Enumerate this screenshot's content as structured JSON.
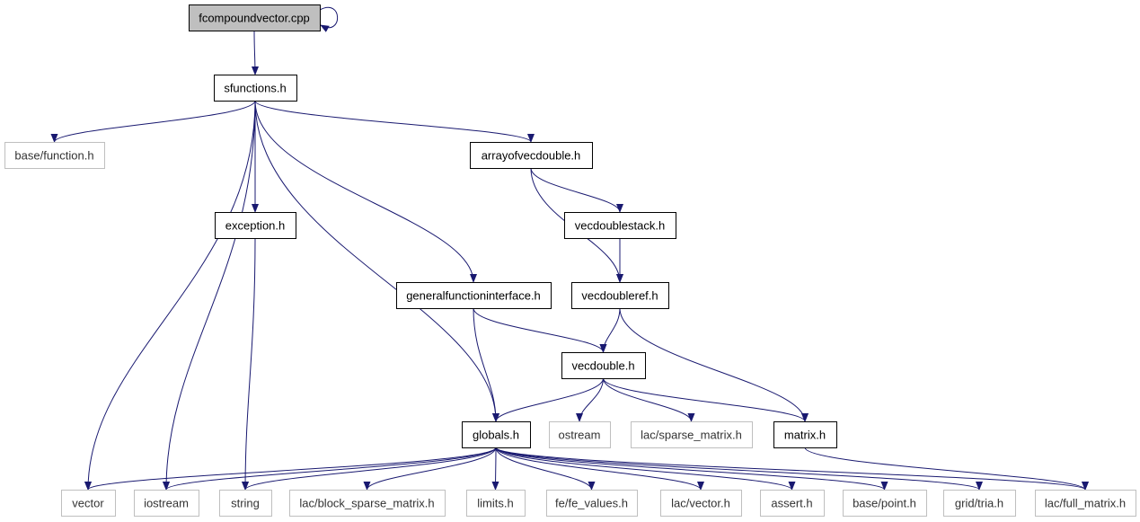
{
  "colors": {
    "edge": "#191970",
    "root_fill": "#bfbfbf",
    "node_border": "#000000",
    "external_border": "#bfbfbf",
    "background": "#ffffff"
  },
  "nodes": [
    {
      "id": "fcompoundvector",
      "label": "fcompoundvector.cpp",
      "kind": "root"
    },
    {
      "id": "sfunctions",
      "label": "sfunctions.h",
      "kind": "local"
    },
    {
      "id": "basefunction",
      "label": "base/function.h",
      "kind": "external"
    },
    {
      "id": "arrayofvecdouble",
      "label": "arrayofvecdouble.h",
      "kind": "local"
    },
    {
      "id": "exception",
      "label": "exception.h",
      "kind": "local"
    },
    {
      "id": "vecdoublestack",
      "label": "vecdoublestack.h",
      "kind": "local"
    },
    {
      "id": "generalfunctioninterface",
      "label": "generalfunctioninterface.h",
      "kind": "local"
    },
    {
      "id": "vecdoubleref",
      "label": "vecdoubleref.h",
      "kind": "local"
    },
    {
      "id": "vecdouble",
      "label": "vecdouble.h",
      "kind": "local"
    },
    {
      "id": "globals",
      "label": "globals.h",
      "kind": "local"
    },
    {
      "id": "ostream",
      "label": "ostream",
      "kind": "external"
    },
    {
      "id": "sparsematrix",
      "label": "lac/sparse_matrix.h",
      "kind": "external"
    },
    {
      "id": "matrix",
      "label": "matrix.h",
      "kind": "local"
    },
    {
      "id": "vector",
      "label": "vector",
      "kind": "external"
    },
    {
      "id": "iostream",
      "label": "iostream",
      "kind": "external"
    },
    {
      "id": "string",
      "label": "string",
      "kind": "external"
    },
    {
      "id": "blocksparse",
      "label": "lac/block_sparse_matrix.h",
      "kind": "external"
    },
    {
      "id": "limits",
      "label": "limits.h",
      "kind": "external"
    },
    {
      "id": "fevalues",
      "label": "fe/fe_values.h",
      "kind": "external"
    },
    {
      "id": "lacvector",
      "label": "lac/vector.h",
      "kind": "external"
    },
    {
      "id": "assert",
      "label": "assert.h",
      "kind": "external"
    },
    {
      "id": "basepoint",
      "label": "base/point.h",
      "kind": "external"
    },
    {
      "id": "gridtria",
      "label": "grid/tria.h",
      "kind": "external"
    },
    {
      "id": "fullmatrix",
      "label": "lac/full_matrix.h",
      "kind": "external"
    }
  ],
  "edges": [
    {
      "from": "fcompoundvector",
      "to": "fcompoundvector"
    },
    {
      "from": "fcompoundvector",
      "to": "sfunctions"
    },
    {
      "from": "sfunctions",
      "to": "basefunction"
    },
    {
      "from": "sfunctions",
      "to": "arrayofvecdouble"
    },
    {
      "from": "sfunctions",
      "to": "exception"
    },
    {
      "from": "sfunctions",
      "to": "generalfunctioninterface"
    },
    {
      "from": "sfunctions",
      "to": "globals"
    },
    {
      "from": "sfunctions",
      "to": "vector"
    },
    {
      "from": "sfunctions",
      "to": "iostream"
    },
    {
      "from": "arrayofvecdouble",
      "to": "vecdoublestack"
    },
    {
      "from": "arrayofvecdouble",
      "to": "vecdoubleref"
    },
    {
      "from": "vecdoublestack",
      "to": "vecdoubleref"
    },
    {
      "from": "exception",
      "to": "string"
    },
    {
      "from": "generalfunctioninterface",
      "to": "vecdouble"
    },
    {
      "from": "generalfunctioninterface",
      "to": "globals"
    },
    {
      "from": "vecdoubleref",
      "to": "vecdouble"
    },
    {
      "from": "vecdoubleref",
      "to": "matrix"
    },
    {
      "from": "vecdouble",
      "to": "globals"
    },
    {
      "from": "vecdouble",
      "to": "ostream"
    },
    {
      "from": "vecdouble",
      "to": "sparsematrix"
    },
    {
      "from": "vecdouble",
      "to": "matrix"
    },
    {
      "from": "matrix",
      "to": "fullmatrix"
    },
    {
      "from": "globals",
      "to": "vector"
    },
    {
      "from": "globals",
      "to": "iostream"
    },
    {
      "from": "globals",
      "to": "string"
    },
    {
      "from": "globals",
      "to": "blocksparse"
    },
    {
      "from": "globals",
      "to": "limits"
    },
    {
      "from": "globals",
      "to": "fevalues"
    },
    {
      "from": "globals",
      "to": "lacvector"
    },
    {
      "from": "globals",
      "to": "assert"
    },
    {
      "from": "globals",
      "to": "basepoint"
    },
    {
      "from": "globals",
      "to": "gridtria"
    },
    {
      "from": "globals",
      "to": "fullmatrix"
    }
  ]
}
